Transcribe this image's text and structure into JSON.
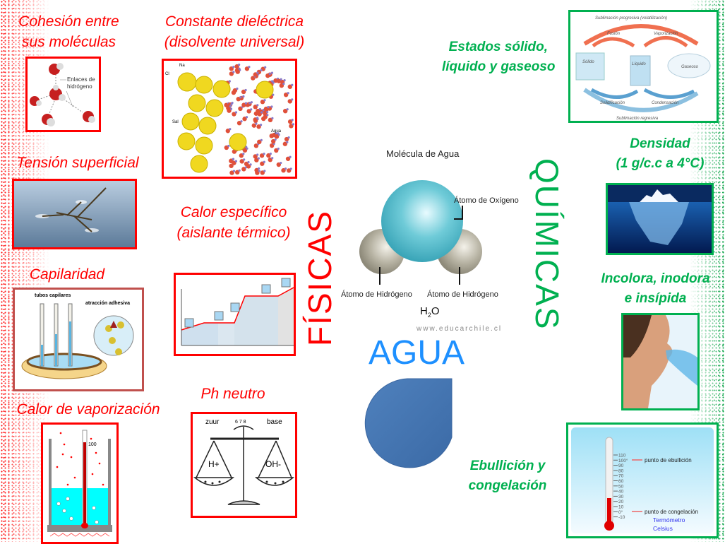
{
  "colors": {
    "fisicas": "#ff0000",
    "quimicas": "#00b050",
    "agua": "#1e90ff"
  },
  "center": {
    "title": "AGUA",
    "molecule_title": "Molécula de Agua",
    "oxygen_label": "Átomo de Oxígeno",
    "hydrogen_left_label": "Átomo de Hidrógeno",
    "hydrogen_right_label": "Átomo de Hidrógeno",
    "formula_main": "H",
    "formula_sub": "2",
    "formula_end": "O",
    "watermark": "www.educarchile.cl"
  },
  "fisicas": {
    "heading": "FÍSICAS",
    "items": [
      {
        "line1": "Cohesión entre",
        "line2": "sus moléculas",
        "image_text": [
          "Enlaces de",
          "hidrógeno"
        ]
      },
      {
        "line1": "Constante dieléctrica",
        "line2": "(disolvente universal)",
        "image_text": [
          "Na",
          "Cl",
          "Sal",
          "Agua"
        ]
      },
      {
        "line1": "Tensión superficial"
      },
      {
        "line1": "Calor específico",
        "line2": "(aislante térmico)"
      },
      {
        "line1": "Capilaridad",
        "image_text": [
          "tubos capilares",
          "atracción adhesiva"
        ]
      },
      {
        "line1": "Ph neutro",
        "image_text": [
          "zuur",
          "base",
          "6 7 8",
          "H+",
          "OH-"
        ]
      },
      {
        "line1": "Calor de vaporización",
        "image_text": [
          "100"
        ]
      }
    ]
  },
  "quimicas": {
    "heading": "QUÍMICAS",
    "items": [
      {
        "line1": "Estados sólido,",
        "line2": "líquido y gaseoso",
        "image_text": [
          "Sublimación progresiva (volatilización)",
          "Fusión",
          "Vaporización",
          "Sólido",
          "Líquido",
          "Gaseoso",
          "Solidificación",
          "Condensación",
          "Sublimación regresiva"
        ]
      },
      {
        "line1": "Densidad",
        "line2": "(1 g/c.c a 4°C)"
      },
      {
        "line1": "Incolora, inodora",
        "line2": "e insípida"
      },
      {
        "line1": "Ebullición y",
        "line2": "congelación",
        "image_text": [
          "punto de ebullición",
          "punto de congelación",
          "Termómetro",
          "Celsius"
        ],
        "scale": [
          "110",
          "100°",
          "90",
          "80",
          "70",
          "60",
          "50",
          "40",
          "30",
          "20",
          "10",
          "0°",
          "-10"
        ]
      }
    ]
  }
}
